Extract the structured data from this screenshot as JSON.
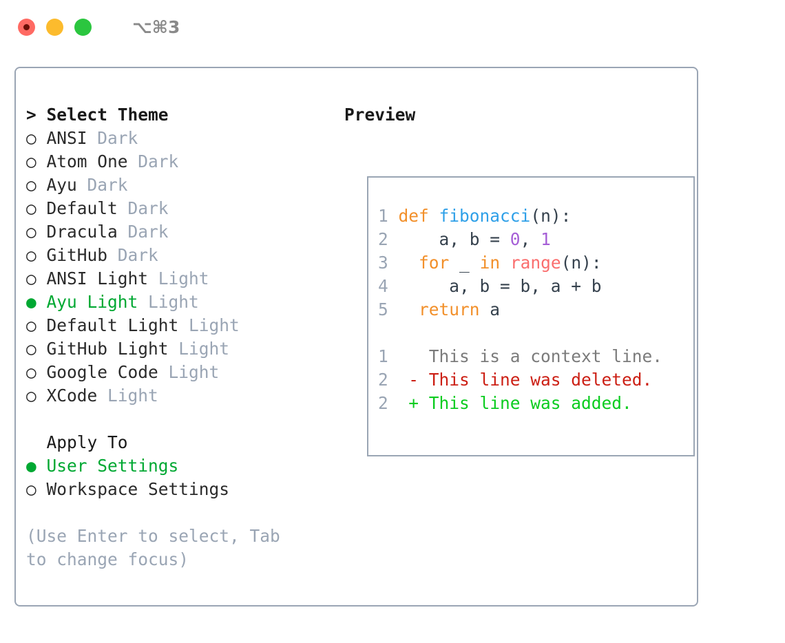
{
  "titlebar": {
    "shortcut": "⌥⌘3",
    "buttons": [
      {
        "name": "close",
        "color": "#ff6a63"
      },
      {
        "name": "minimize",
        "color": "#fcbb2d"
      },
      {
        "name": "zoom",
        "color": "#2bc63f"
      }
    ]
  },
  "theme_picker": {
    "caret": ">",
    "title": "Select Theme",
    "marker_unselected": "○",
    "marker_selected": "●",
    "items": [
      {
        "marker": "○",
        "label": "ANSI",
        "tag": "Dark",
        "selected": false
      },
      {
        "marker": "○",
        "label": "Atom One",
        "tag": "Dark",
        "selected": false
      },
      {
        "marker": "○",
        "label": "Ayu",
        "tag": "Dark",
        "selected": false
      },
      {
        "marker": "○",
        "label": "Default",
        "tag": "Dark",
        "selected": false
      },
      {
        "marker": "○",
        "label": "Dracula",
        "tag": "Dark",
        "selected": false
      },
      {
        "marker": "○",
        "label": "GitHub",
        "tag": "Dark",
        "selected": false
      },
      {
        "marker": "○",
        "label": "ANSI Light",
        "tag": "Light",
        "selected": false
      },
      {
        "marker": "●",
        "label": "Ayu Light",
        "tag": "Light",
        "selected": true
      },
      {
        "marker": "○",
        "label": "Default Light",
        "tag": "Light",
        "selected": false
      },
      {
        "marker": "○",
        "label": "GitHub Light",
        "tag": "Light",
        "selected": false
      },
      {
        "marker": "○",
        "label": "Google Code",
        "tag": "Light",
        "selected": false
      },
      {
        "marker": "○",
        "label": "XCode",
        "tag": "Light",
        "selected": false
      }
    ]
  },
  "apply_to": {
    "title": "Apply To",
    "items": [
      {
        "marker": "●",
        "label": "User Settings",
        "selected": true
      },
      {
        "marker": "○",
        "label": "Workspace Settings",
        "selected": false
      }
    ]
  },
  "hint": "(Use Enter to select, Tab to change focus)",
  "preview": {
    "title": "Preview",
    "code_lines": [
      {
        "num": "1",
        "tokens": [
          {
            "t": "def",
            "c": "kw"
          },
          {
            "t": " ",
            "c": "plain"
          },
          {
            "t": "fibonacci",
            "c": "fn"
          },
          {
            "t": "(n):",
            "c": "plain"
          }
        ]
      },
      {
        "num": "2",
        "tokens": [
          {
            "t": "    a, b = ",
            "c": "plain"
          },
          {
            "t": "0",
            "c": "num"
          },
          {
            "t": ", ",
            "c": "plain"
          },
          {
            "t": "1",
            "c": "num"
          }
        ]
      },
      {
        "num": "3",
        "tokens": [
          {
            "t": "  ",
            "c": "plain"
          },
          {
            "t": "for",
            "c": "kw"
          },
          {
            "t": " _ ",
            "c": "plain"
          },
          {
            "t": "in",
            "c": "kw"
          },
          {
            "t": " ",
            "c": "plain"
          },
          {
            "t": "range",
            "c": "builtin"
          },
          {
            "t": "(n):",
            "c": "plain"
          }
        ]
      },
      {
        "num": "4",
        "tokens": [
          {
            "t": "     a, b = b, a + b",
            "c": "plain"
          }
        ]
      },
      {
        "num": "5",
        "tokens": [
          {
            "t": "  ",
            "c": "plain"
          },
          {
            "t": "return",
            "c": "kw"
          },
          {
            "t": " a",
            "c": "plain"
          }
        ]
      }
    ],
    "diff_lines": [
      {
        "num": "1",
        "sign": " ",
        "text": " This is a context line.",
        "kind": "ctx"
      },
      {
        "num": "2",
        "sign": "-",
        "text": " This line was deleted.",
        "kind": "del"
      },
      {
        "num": "2",
        "sign": "+",
        "text": " This line was added.",
        "kind": "add"
      }
    ]
  }
}
